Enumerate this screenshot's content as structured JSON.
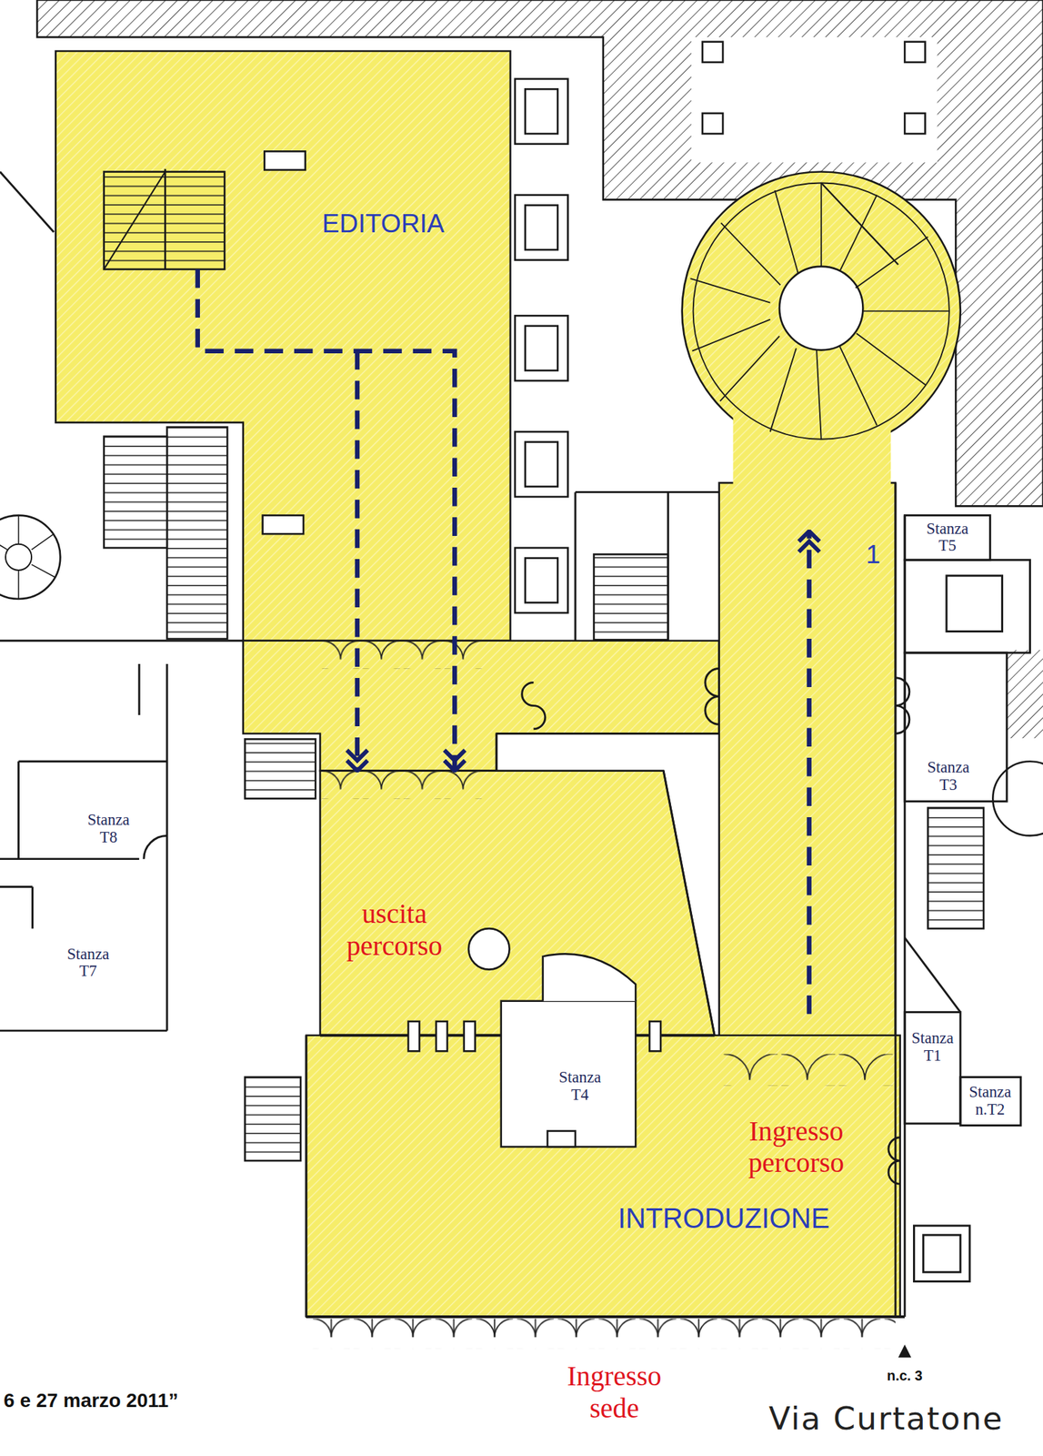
{
  "diagram": {
    "nodes": [
      {
        "text": [
          "EDITORIA"
        ]
      },
      {
        "text": [
          "uscita percorso"
        ]
      },
      {
        "text": [
          "INTRODUZIONE"
        ]
      },
      {
        "text": [
          "Stanza T5"
        ]
      },
      {
        "text": [
          "Stanza T3"
        ]
      },
      {
        "text": [
          "Stanza T8"
        ]
      },
      {
        "text": [
          "Stanza T7"
        ]
      },
      {
        "text": [
          "Stanza T4"
        ]
      },
      {
        "text": [
          "Stanza T1"
        ]
      },
      {
        "text": [
          "Stanza n.T2"
        ]
      }
    ],
    "edges": [
      {
        "from": 0,
        "to": 1,
        "arrow": "to"
      }
    ],
    "labels": [
      "1",
      "Ingresso percorso",
      "Ingresso sede",
      "6 e 27 marzo 2011”",
      "n.c. 3",
      "Via Curtatone"
    ]
  }
}
